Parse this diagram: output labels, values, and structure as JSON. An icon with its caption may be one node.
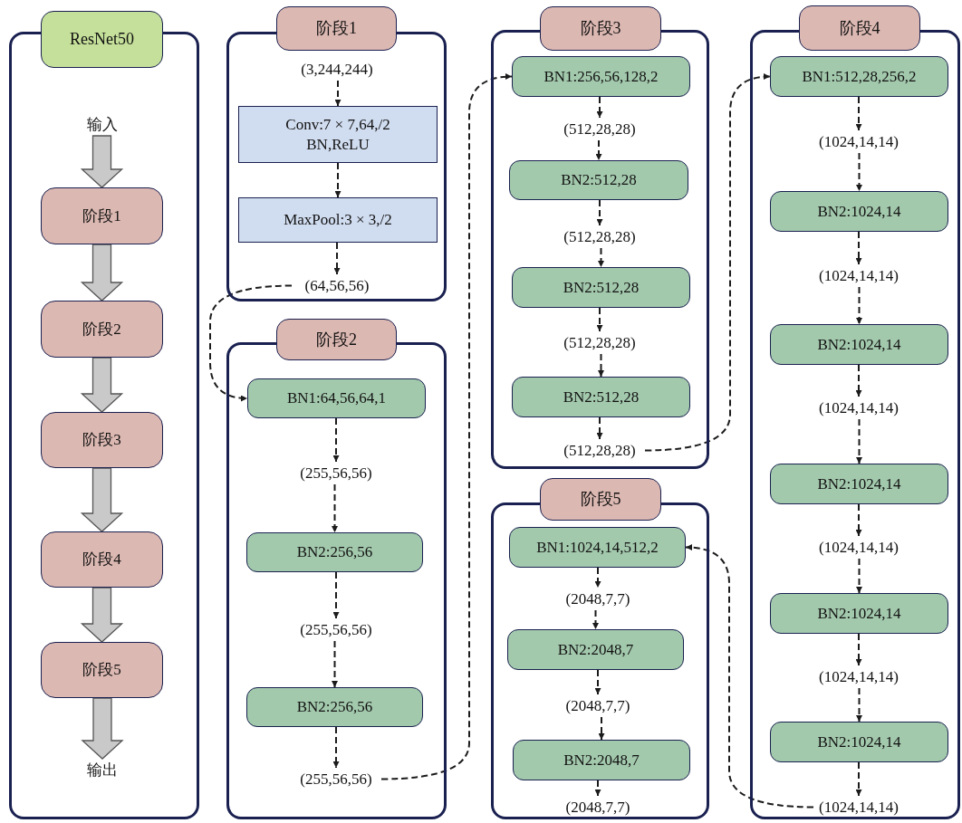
{
  "diagram": {
    "nodes": [
      {
        "text": [
          "ResNet50"
        ]
      },
      {
        "text": [
          "输入"
        ],
        "in": 0
      },
      {
        "text": [
          "阶段1"
        ],
        "in": 0
      },
      {
        "text": [
          "阶段2"
        ],
        "in": 0
      },
      {
        "text": [
          "阶段3"
        ],
        "in": 0
      },
      {
        "text": [
          "阶段4"
        ],
        "in": 0
      },
      {
        "text": [
          "阶段5"
        ],
        "in": 0
      },
      {
        "text": [
          "输出"
        ],
        "in": 0
      },
      {
        "text": [
          "阶段1"
        ]
      },
      {
        "text": [
          "(3,244,244)"
        ],
        "in": 8
      },
      {
        "text": [
          "Conv:7 × 7,64,/2 BN,ReLU"
        ],
        "in": 8
      },
      {
        "text": [
          "MaxPool:3 × 3,/2"
        ],
        "in": 8
      },
      {
        "text": [
          "(64,56,56)"
        ],
        "in": 8
      },
      {
        "text": [
          "阶段2"
        ]
      },
      {
        "text": [
          "BN1:64,56,64,1"
        ],
        "in": 13
      },
      {
        "text": [
          "(255,56,56)"
        ],
        "in": 13
      },
      {
        "text": [
          "BN2:256,56"
        ],
        "in": 13
      },
      {
        "text": [
          "(255,56,56)"
        ],
        "in": 13
      },
      {
        "text": [
          "BN2:256,56"
        ],
        "in": 13
      },
      {
        "text": [
          "(255,56,56)"
        ],
        "in": 13
      },
      {
        "text": [
          "阶段3"
        ]
      },
      {
        "text": [
          "BN1:256,56,128,2"
        ],
        "in": 20
      },
      {
        "text": [
          "(512,28,28)"
        ],
        "in": 20
      },
      {
        "text": [
          "BN2:512,28"
        ],
        "in": 20
      },
      {
        "text": [
          "(512,28,28)"
        ],
        "in": 20
      },
      {
        "text": [
          "BN2:512,28"
        ],
        "in": 20
      },
      {
        "text": [
          "(512,28,28)"
        ],
        "in": 20
      },
      {
        "text": [
          "BN2:512,28"
        ],
        "in": 20
      },
      {
        "text": [
          "(512,28,28)"
        ],
        "in": 20
      },
      {
        "text": [
          "阶段4"
        ]
      },
      {
        "text": [
          "BN1:512,28,256,2"
        ],
        "in": 29
      },
      {
        "text": [
          "(1024,14,14)"
        ],
        "in": 29
      },
      {
        "text": [
          "BN2:1024,14"
        ],
        "in": 29
      },
      {
        "text": [
          "(1024,14,14)"
        ],
        "in": 29
      },
      {
        "text": [
          "BN2:1024,14"
        ],
        "in": 29
      },
      {
        "text": [
          "(1024,14,14)"
        ],
        "in": 29
      },
      {
        "text": [
          "BN2:1024,14"
        ],
        "in": 29
      },
      {
        "text": [
          "(1024,14,14)"
        ],
        "in": 29
      },
      {
        "text": [
          "BN2:1024,14"
        ],
        "in": 29
      },
      {
        "text": [
          "(1024,14,14)"
        ],
        "in": 29
      },
      {
        "text": [
          "BN2:1024,14"
        ],
        "in": 29
      },
      {
        "text": [
          "(1024,14,14)"
        ],
        "in": 29
      },
      {
        "text": [
          "阶段5"
        ]
      },
      {
        "text": [
          "BN1:1024,14,512,2"
        ],
        "in": 42
      },
      {
        "text": [
          "(2048,7,7)"
        ],
        "in": 42
      },
      {
        "text": [
          "BN2:2048,7"
        ],
        "in": 42
      },
      {
        "text": [
          "(2048,7,7)"
        ],
        "in": 42
      },
      {
        "text": [
          "BN2:2048,7"
        ],
        "in": 42
      },
      {
        "text": [
          "(2048,7,7)"
        ],
        "in": 42
      }
    ],
    "edges": [
      {
        "from": 1,
        "to": 2,
        "arrow": "to",
        "style": "thick"
      },
      {
        "from": 2,
        "to": 3,
        "arrow": "to",
        "style": "thick"
      },
      {
        "from": 3,
        "to": 4,
        "arrow": "to",
        "style": "thick"
      },
      {
        "from": 4,
        "to": 5,
        "arrow": "to",
        "style": "thick"
      },
      {
        "from": 5,
        "to": 6,
        "arrow": "to",
        "style": "thick"
      },
      {
        "from": 6,
        "to": 7,
        "arrow": "to",
        "style": "thick"
      },
      {
        "from": 9,
        "to": 10,
        "arrow": "to",
        "style": "dashed"
      },
      {
        "from": 10,
        "to": 11,
        "arrow": "to",
        "style": "dashed"
      },
      {
        "from": 11,
        "to": 12,
        "arrow": "to",
        "style": "dashed"
      },
      {
        "from": 12,
        "to": 14,
        "arrow": "to",
        "style": "dashed"
      },
      {
        "from": 14,
        "to": 15,
        "arrow": "to",
        "style": "dashed"
      },
      {
        "from": 15,
        "to": 16,
        "arrow": "to",
        "style": "dashed"
      },
      {
        "from": 16,
        "to": 17,
        "arrow": "to",
        "style": "dashed"
      },
      {
        "from": 17,
        "to": 18,
        "arrow": "to",
        "style": "dashed"
      },
      {
        "from": 18,
        "to": 19,
        "arrow": "to",
        "style": "dashed"
      },
      {
        "from": 19,
        "to": 21,
        "arrow": "to",
        "style": "dashed"
      },
      {
        "from": 21,
        "to": 22,
        "arrow": "to",
        "style": "dashed"
      },
      {
        "from": 22,
        "to": 23,
        "arrow": "to",
        "style": "dashed"
      },
      {
        "from": 23,
        "to": 24,
        "arrow": "to",
        "style": "dashed"
      },
      {
        "from": 24,
        "to": 25,
        "arrow": "to",
        "style": "dashed"
      },
      {
        "from": 25,
        "to": 26,
        "arrow": "to",
        "style": "dashed"
      },
      {
        "from": 26,
        "to": 27,
        "arrow": "to",
        "style": "dashed"
      },
      {
        "from": 27,
        "to": 28,
        "arrow": "to",
        "style": "dashed"
      },
      {
        "from": 28,
        "to": 30,
        "arrow": "to",
        "style": "dashed"
      },
      {
        "from": 30,
        "to": 31,
        "arrow": "to",
        "style": "dashed"
      },
      {
        "from": 31,
        "to": 32,
        "arrow": "to",
        "style": "dashed"
      },
      {
        "from": 32,
        "to": 33,
        "arrow": "to",
        "style": "dashed"
      },
      {
        "from": 33,
        "to": 34,
        "arrow": "to",
        "style": "dashed"
      },
      {
        "from": 34,
        "to": 35,
        "arrow": "to",
        "style": "dashed"
      },
      {
        "from": 35,
        "to": 36,
        "arrow": "to",
        "style": "dashed"
      },
      {
        "from": 36,
        "to": 37,
        "arrow": "to",
        "style": "dashed"
      },
      {
        "from": 37,
        "to": 38,
        "arrow": "to",
        "style": "dashed"
      },
      {
        "from": 38,
        "to": 39,
        "arrow": "to",
        "style": "dashed"
      },
      {
        "from": 39,
        "to": 40,
        "arrow": "to",
        "style": "dashed"
      },
      {
        "from": 40,
        "to": 41,
        "arrow": "to",
        "style": "dashed"
      },
      {
        "from": 41,
        "to": 43,
        "arrow": "to",
        "style": "dashed"
      },
      {
        "from": 43,
        "to": 44,
        "arrow": "to",
        "style": "dashed"
      },
      {
        "from": 44,
        "to": 45,
        "arrow": "to",
        "style": "dashed"
      },
      {
        "from": 45,
        "to": 46,
        "arrow": "to",
        "style": "dashed"
      },
      {
        "from": 46,
        "to": 47,
        "arrow": "to",
        "style": "dashed"
      },
      {
        "from": 47,
        "to": 48,
        "arrow": "to",
        "style": "dashed"
      }
    ]
  }
}
